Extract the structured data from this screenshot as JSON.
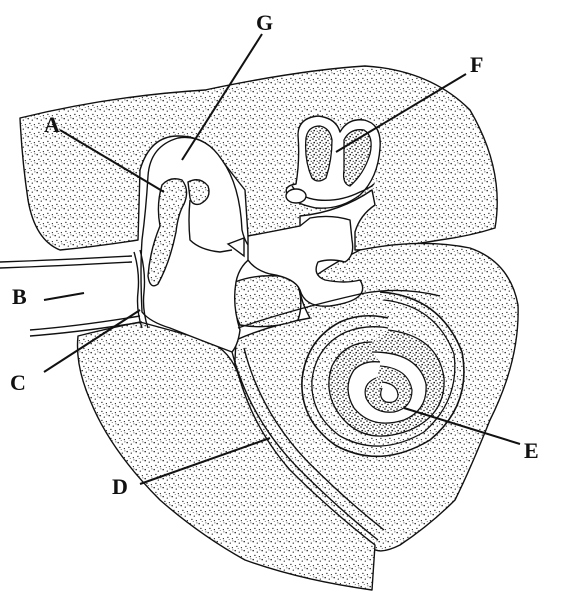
{
  "labels": {
    "a": "A",
    "b": "B",
    "c": "C",
    "d": "D",
    "e": "E",
    "f": "F",
    "g": "G"
  },
  "colors": {
    "ink": "#111111",
    "background": "#ffffff"
  }
}
